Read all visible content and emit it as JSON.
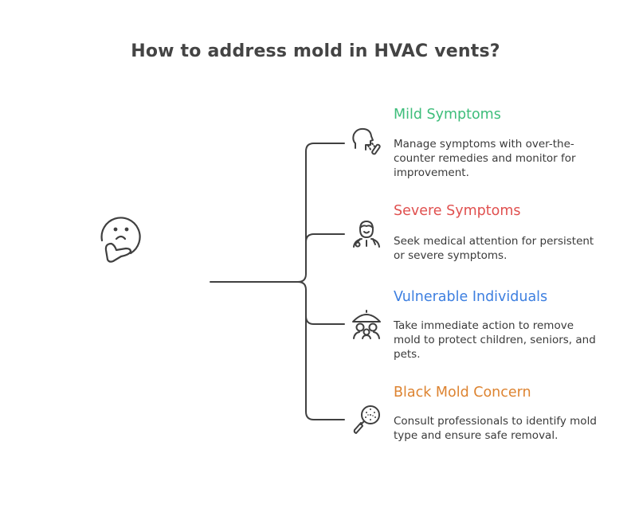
{
  "title": "How to address mold in HVAC vents?",
  "root": {
    "icon": "thinking-face-icon"
  },
  "branches": [
    {
      "title": "Mild Symptoms",
      "color": "#3dbd7a",
      "icon": "person-inhaler-icon",
      "description": "Manage symptoms with over-the-counter remedies and monitor for improvement."
    },
    {
      "title": "Severe Symptoms",
      "color": "#e0504f",
      "icon": "doctor-icon",
      "description": "Seek medical attention for persistent or severe symptoms."
    },
    {
      "title": "Vulnerable Individuals",
      "color": "#3d7fe0",
      "icon": "umbrella-family-icon",
      "description": "Take immediate action to remove mold to protect children, seniors, and pets."
    },
    {
      "title": "Black Mold Concern",
      "color": "#dd8330",
      "icon": "magnifying-glass-icon",
      "description": "Consult professionals to identify mold type and ensure safe removal."
    }
  ]
}
